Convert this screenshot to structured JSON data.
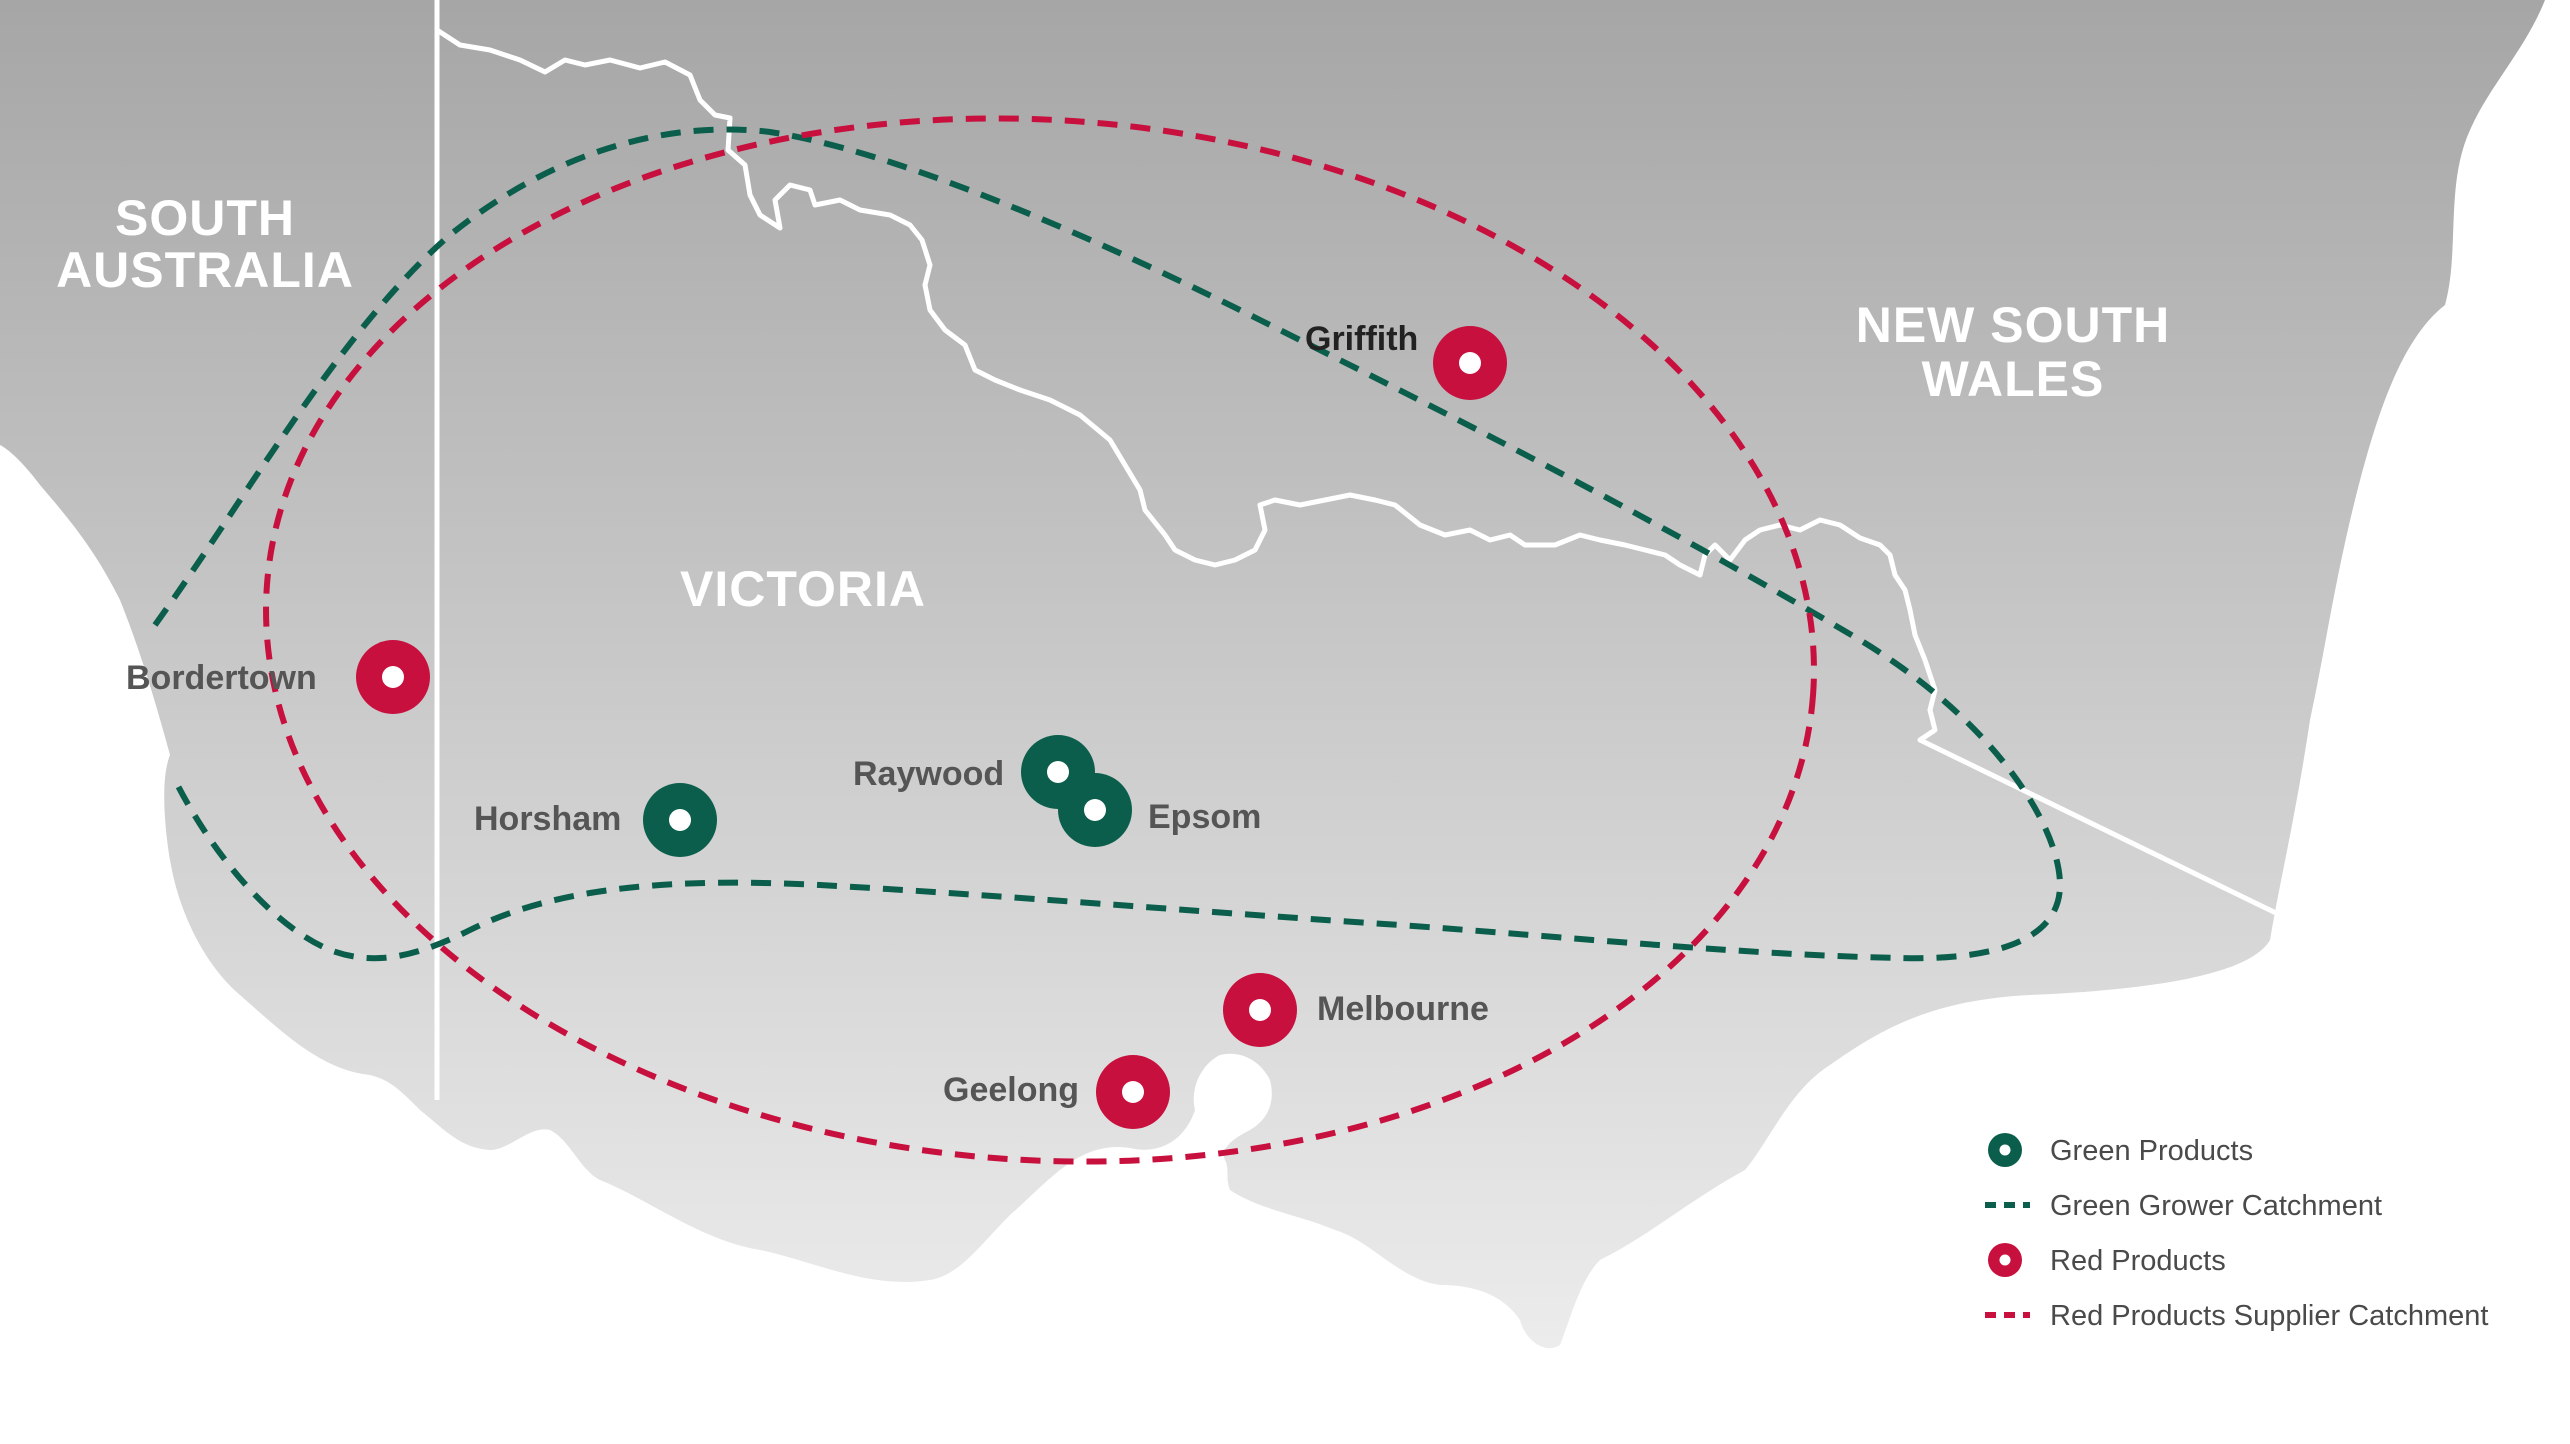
{
  "colors": {
    "green": "#0b5e4b",
    "red": "#c8103e",
    "land_top": "#a6a6a6",
    "land_bottom": "#ececec",
    "border": "#ffffff",
    "sea": "#ffffff"
  },
  "regions": {
    "south_australia": [
      "SOUTH",
      "AUSTRALIA"
    ],
    "new_south_wales": [
      "NEW SOUTH",
      "WALES"
    ],
    "victoria": "VICTORIA"
  },
  "places": {
    "griffith": {
      "name": "Griffith",
      "type": "red"
    },
    "bordertown": {
      "name": "Bordertown",
      "type": "red"
    },
    "horsham": {
      "name": "Horsham",
      "type": "green"
    },
    "raywood": {
      "name": "Raywood",
      "type": "green"
    },
    "epsom": {
      "name": "Epsom",
      "type": "green"
    },
    "melbourne": {
      "name": "Melbourne",
      "type": "red"
    },
    "geelong": {
      "name": "Geelong",
      "type": "red"
    }
  },
  "legend": {
    "green_products": "Green Products",
    "green_catchment": "Green Grower Catchment",
    "red_products": "Red Products",
    "red_catchment": "Red Products Supplier Catchment"
  }
}
